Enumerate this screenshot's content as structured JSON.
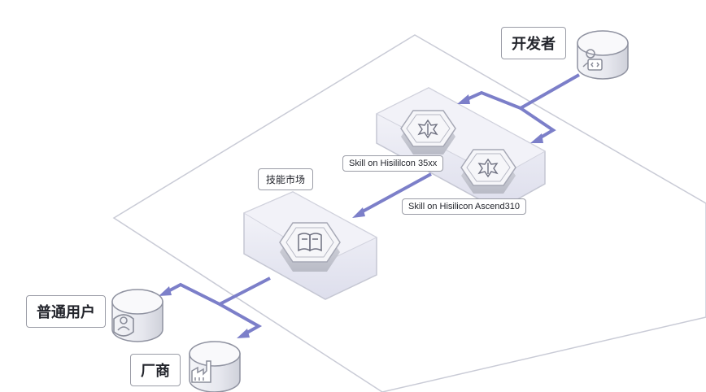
{
  "nodes": {
    "developer": "开发者",
    "end_user": "普通用户",
    "vendor": "厂商",
    "skill_market": "技能市场",
    "skill_35xx": "Skill on Hisililcon 35xx",
    "skill_ascend": "Skill on Hisilicon Ascend310"
  },
  "icons": {
    "developer": "developer-code-icon",
    "end_user": "user-icon",
    "vendor": "factory-icon",
    "skill_chip": "chip-skill-icon",
    "market": "book-icon"
  },
  "colors": {
    "arrow": "#7c7fc9",
    "platform_edge": "#c9cbd6",
    "tray_fill": "#dcdceb"
  }
}
